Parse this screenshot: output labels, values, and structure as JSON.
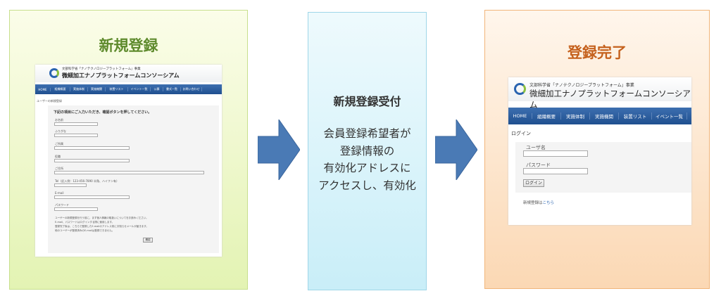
{
  "steps": [
    {
      "title": "新規登録"
    },
    {
      "title": "新規登録受付",
      "description": [
        "会員登録希望者が",
        "登録情報の",
        "有効化アドレスに",
        "アクセスし、有効化"
      ]
    },
    {
      "title": "登録完了"
    }
  ],
  "site": {
    "subtitle": "文部科学省「ナノテクノロジープラットフォーム」事業",
    "name": "微細加工ナノプラットフォームコンソーシアム",
    "nav": [
      "HOME",
      "組織概要",
      "実施体制",
      "実施機関",
      "装置リスト",
      "イベント一覧",
      "公募",
      "書式一覧",
      "お問い合わせ"
    ]
  },
  "register": {
    "breadcrumb": "ユーザーの新規登録",
    "instruction": "下記の項目にご入力いただき、確認ボタンを押してください。",
    "fields": [
      "お名前",
      "ふりがな",
      "ご所属",
      "役職",
      "ご住所",
      "Tel（記入例：123-456-7890 半角、ハイフン有）",
      "E-mail",
      "パスワード"
    ],
    "notes": [
      "ユーザーの新規登録を行う前に、まず個人情報の取扱いについてをお読みください。",
      "E-mail、パスワードはログインする際に使用します。",
      "登録完了後は、こちらで登録したE-mailのアドレス宛にお知らせメールが届きます。",
      "他のユーザーが登録済みのE-mailは登録できません。"
    ],
    "confirm": "確認"
  },
  "login": {
    "heading": "ログイン",
    "username_label": "ユーザ名",
    "password_label": "パスワード",
    "button": "ログイン",
    "register_prefix": "新規登録は",
    "register_link": "こちら"
  },
  "colors": {
    "arrow": "#4a7ab5",
    "green_title": "#5e8a2c",
    "orange_title": "#c5611d",
    "nav": "#2b5c9e"
  }
}
